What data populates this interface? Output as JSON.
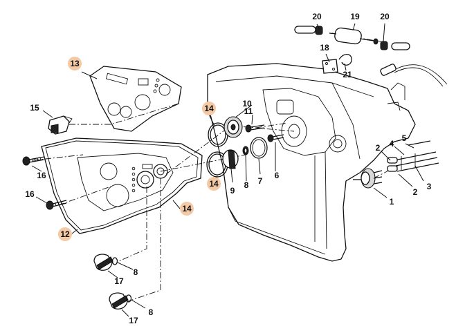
{
  "callouts": [
    {
      "id": "c20a",
      "text": "20",
      "highlight": false
    },
    {
      "id": "c19",
      "text": "19",
      "highlight": false
    },
    {
      "id": "c20b",
      "text": "20",
      "highlight": false
    },
    {
      "id": "c18",
      "text": "18",
      "highlight": false
    },
    {
      "id": "c21",
      "text": "21",
      "highlight": false
    },
    {
      "id": "c13",
      "text": "13",
      "highlight": true
    },
    {
      "id": "c15",
      "text": "15",
      "highlight": false
    },
    {
      "id": "c14a",
      "text": "14",
      "highlight": true
    },
    {
      "id": "c10",
      "text": "10",
      "highlight": false
    },
    {
      "id": "c11",
      "text": "11",
      "highlight": false
    },
    {
      "id": "c14b",
      "text": "14",
      "highlight": true
    },
    {
      "id": "c9",
      "text": "9",
      "highlight": false
    },
    {
      "id": "c8a",
      "text": "8",
      "highlight": false
    },
    {
      "id": "c7",
      "text": "7",
      "highlight": false
    },
    {
      "id": "c6",
      "text": "6",
      "highlight": false
    },
    {
      "id": "c5",
      "text": "5",
      "highlight": false
    },
    {
      "id": "c4",
      "text": "4",
      "highlight": false
    },
    {
      "id": "c2a",
      "text": "2",
      "highlight": false
    },
    {
      "id": "c2b",
      "text": "2",
      "highlight": false
    },
    {
      "id": "c3",
      "text": "3",
      "highlight": false
    },
    {
      "id": "c1",
      "text": "1",
      "highlight": false
    },
    {
      "id": "c16a",
      "text": "16",
      "highlight": false
    },
    {
      "id": "c16b",
      "text": "16",
      "highlight": false
    },
    {
      "id": "c14c",
      "text": "14",
      "highlight": true
    },
    {
      "id": "c12",
      "text": "12",
      "highlight": true
    },
    {
      "id": "c8b",
      "text": "8",
      "highlight": false
    },
    {
      "id": "c17a",
      "text": "17",
      "highlight": false
    },
    {
      "id": "c8c",
      "text": "8",
      "highlight": false
    },
    {
      "id": "c17b",
      "text": "17",
      "highlight": false
    }
  ],
  "colors": {
    "highlight": "#f3c9a6",
    "ink": "#111111"
  }
}
